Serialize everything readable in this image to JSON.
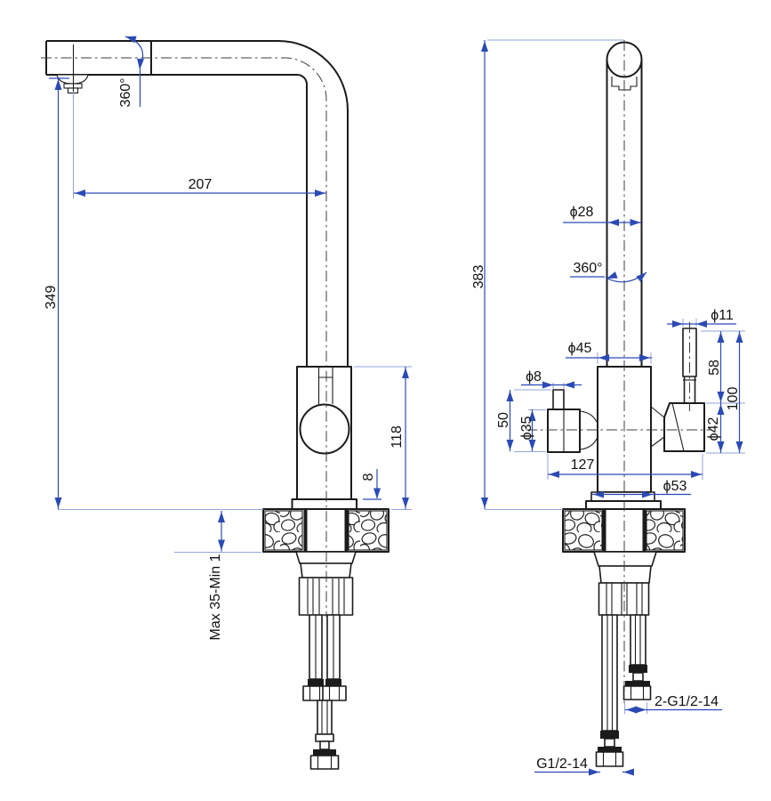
{
  "colors": {
    "dimension": "#2b4ab4",
    "extension": "#92a6dc",
    "outline": "#1b1b1b",
    "centerline": "#3c3c3c",
    "text": "#111111"
  },
  "left_view": {
    "rotation": "360°",
    "spout_reach": "207",
    "spout_height": "349",
    "body_height": "118",
    "flange_height": "8",
    "mount_range": "Max 35-Min 1"
  },
  "right_view": {
    "rotation": "360°",
    "total_height": "383",
    "spout_pipe_dia": "ϕ28",
    "body_dia": "ϕ45",
    "knob_dia": "ϕ8",
    "knob_height": "50",
    "left_handle_dia": "ϕ35",
    "body_width": "127",
    "base_dia": "ϕ53",
    "lever_dia": "ϕ11",
    "lever_height": "58",
    "handle_height": "100",
    "right_handle_dia": "ϕ42",
    "thread_pair": "2-G1/2-14",
    "thread_single": "G1/2-14"
  }
}
